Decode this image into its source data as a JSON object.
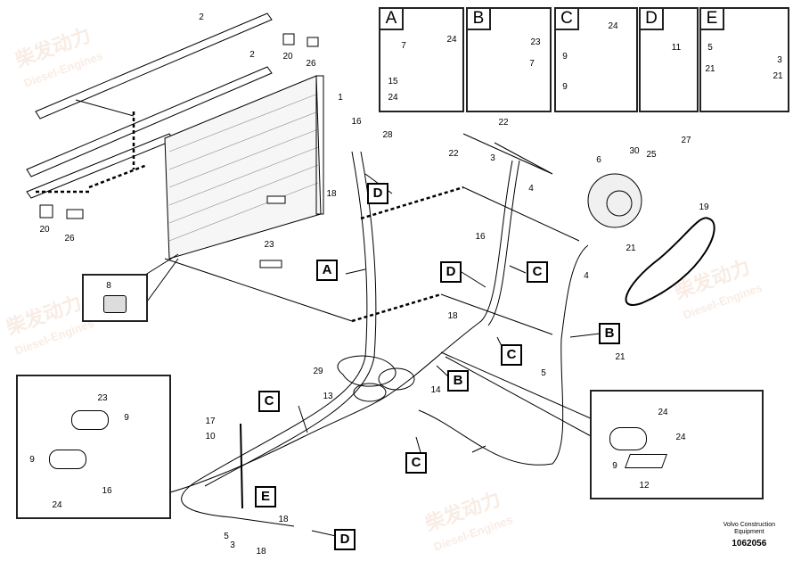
{
  "watermark": {
    "brand": "柴发动力",
    "sub": "Diesel-Engines"
  },
  "detail_boxes": [
    {
      "letter": "A",
      "labels": [
        "7",
        "24",
        "15",
        "24"
      ]
    },
    {
      "letter": "B",
      "labels": [
        "23",
        "7"
      ]
    },
    {
      "letter": "C",
      "labels": [
        "24",
        "9",
        "9"
      ]
    },
    {
      "letter": "D",
      "labels": [
        "11"
      ]
    },
    {
      "letter": "E",
      "labels": [
        "5",
        "3",
        "21",
        "21"
      ]
    }
  ],
  "inset_left": {
    "labels": [
      "23",
      "9",
      "9",
      "16",
      "24"
    ]
  },
  "inset_right": {
    "labels": [
      "24",
      "24",
      "9",
      "12"
    ]
  },
  "inset_part8": {
    "label": "8"
  },
  "callouts": [
    "2",
    "2",
    "1",
    "20",
    "26",
    "20",
    "26",
    "23",
    "16",
    "28",
    "18",
    "22",
    "22",
    "3",
    "4",
    "6",
    "30",
    "25",
    "27",
    "19",
    "16",
    "21",
    "4",
    "18",
    "21",
    "5",
    "29",
    "13",
    "14",
    "17",
    "10",
    "5",
    "3",
    "18",
    "18"
  ],
  "clip_refs": [
    "A",
    "D",
    "D",
    "C",
    "B",
    "C",
    "B",
    "C",
    "C",
    "E",
    "D"
  ],
  "footer": {
    "company": "Volvo Construction",
    "company2": "Equipment",
    "doc_number": "1062056"
  }
}
